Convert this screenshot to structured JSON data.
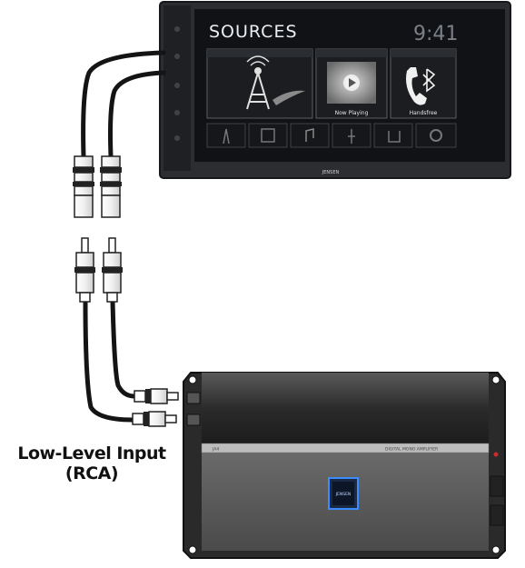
{
  "head_unit": {
    "title": "SOURCES",
    "clock": "9:41",
    "tiles": [
      {
        "label": "Now Playing"
      },
      {
        "label": "Handsfree"
      }
    ],
    "brand": "JENSEN"
  },
  "amplifier": {
    "model": "JA4",
    "description": "DIGITAL MONO AMPLIFIER",
    "brand": "JENSEN"
  },
  "caption": {
    "line1": "Low-Level Input",
    "line2": "(RCA)"
  },
  "colors": {
    "cable": "#1a1a1a",
    "head_unit_body": "#2a2c30",
    "screen": "#0e1013",
    "amp_body": "#3a3a3a",
    "amp_logo_glow": "#3a8cff"
  }
}
